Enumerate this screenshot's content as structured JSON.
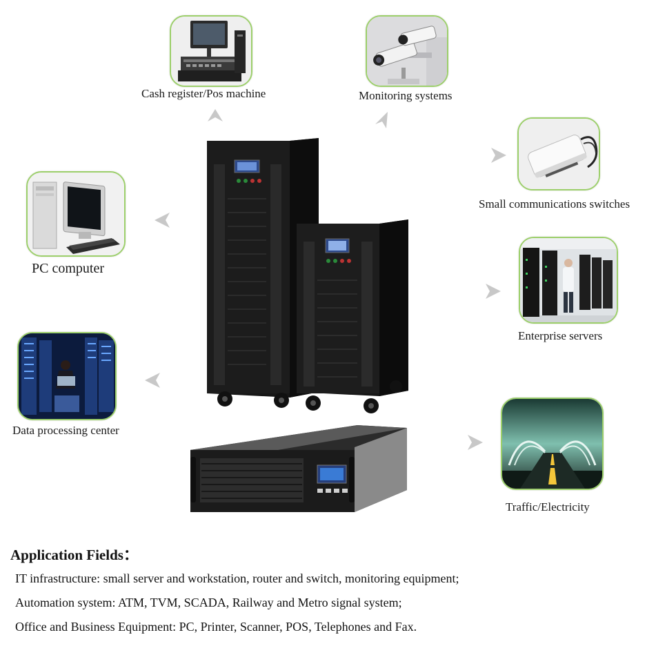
{
  "applications": [
    {
      "key": "pos",
      "label": "Cash register/Pos machine",
      "icon": "cash-register-icon"
    },
    {
      "key": "monitoring",
      "label": "Monitoring systems",
      "icon": "cctv-camera-icon"
    },
    {
      "key": "switches",
      "label": "Small communications switches",
      "icon": "network-switch-icon"
    },
    {
      "key": "pc",
      "label": "PC computer",
      "icon": "pc-computer-icon"
    },
    {
      "key": "servers",
      "label": "Enterprise servers",
      "icon": "server-rack-icon"
    },
    {
      "key": "datacenter",
      "label": "Data processing center",
      "icon": "data-center-icon"
    },
    {
      "key": "traffic",
      "label": "Traffic/Electricity",
      "icon": "highway-icon"
    }
  ],
  "fields": {
    "title": "Application Fields：",
    "items": [
      "IT infrastructure: small server and workstation, router and switch, monitoring equipment;",
      "Automation system: ATM, TVM, SCADA, Railway and Metro signal system;",
      "Office and Business Equipment: PC, Printer, Scanner, POS, Telephones and Fax."
    ]
  },
  "colors": {
    "tile_border": "#9ccf6a",
    "arrow": "#c8c8c8",
    "cabinet": "#161616",
    "lcd": "#3a7bd5"
  }
}
